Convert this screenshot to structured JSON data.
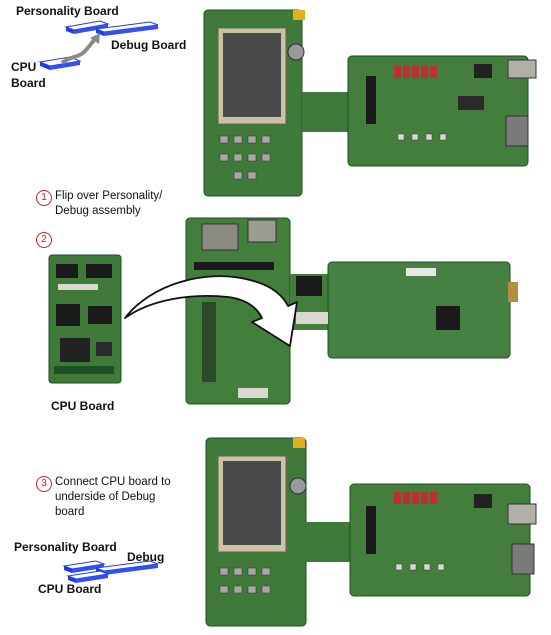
{
  "colors": {
    "pcb_green": "#3f7a3a",
    "pcb_dark": "#1f4f24",
    "lcd": "#4a4a4a",
    "board_blue": "#1f3fe0",
    "board_top": "#ffffff",
    "step_red": "#d42020",
    "arrow_gray": "#8a8a8a"
  },
  "top_diagram": {
    "personality_label": "Personality Board",
    "debug_label": "Debug Board",
    "cpu_label_line1": "CPU",
    "cpu_label_line2": "Board"
  },
  "steps": [
    {
      "number": "1",
      "text_line1": "Flip over Personality/",
      "text_line2": "Debug assembly"
    },
    {
      "number": "2"
    },
    {
      "number": "3",
      "text_line1": "Connect CPU board to",
      "text_line2": "underside of Debug",
      "text_line3": "board"
    }
  ],
  "middle": {
    "cpu_board_label": "CPU Board"
  },
  "bottom_diagram": {
    "personality_label": "Personality Board",
    "debug_label": "Debug",
    "cpu_label": "CPU Board"
  },
  "icons": {
    "step_circle": "circled-number-icon",
    "assembly_arrow": "curved-arrow-icon"
  }
}
